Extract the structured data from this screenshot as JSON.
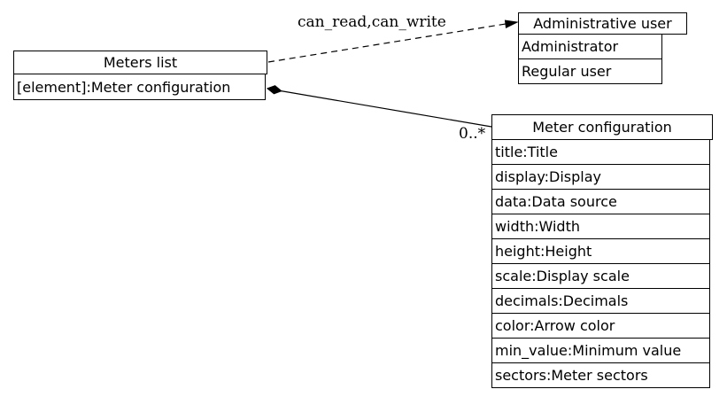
{
  "diagram": {
    "background_color": "#ffffff",
    "line_color": "#000000",
    "text_color": "#000000",
    "nodes": {
      "meters_list": {
        "title": "Meters list",
        "rows": [
          "[element]:Meter configuration"
        ]
      },
      "administrative_user": {
        "title": "Administrative user",
        "rows": [
          "Administrator",
          "Regular user"
        ]
      },
      "meter_configuration": {
        "title": "Meter configuration",
        "rows": [
          "title:Title",
          "display:Display",
          "data:Data source",
          "width:Width",
          "height:Height",
          "scale:Display scale",
          "decimals:Decimals",
          "color:Arrow color",
          "min_value:Minimum value",
          "sectors:Meter sectors"
        ]
      }
    },
    "edges": {
      "meters_list_to_administrative_user": {
        "label": "can_read,can_write",
        "style": "dashed",
        "arrowhead": "filled-triangle"
      },
      "meters_list_to_meter_configuration": {
        "label": "0..*",
        "style": "solid",
        "arrowtail": "filled-diamond-composition"
      }
    }
  }
}
